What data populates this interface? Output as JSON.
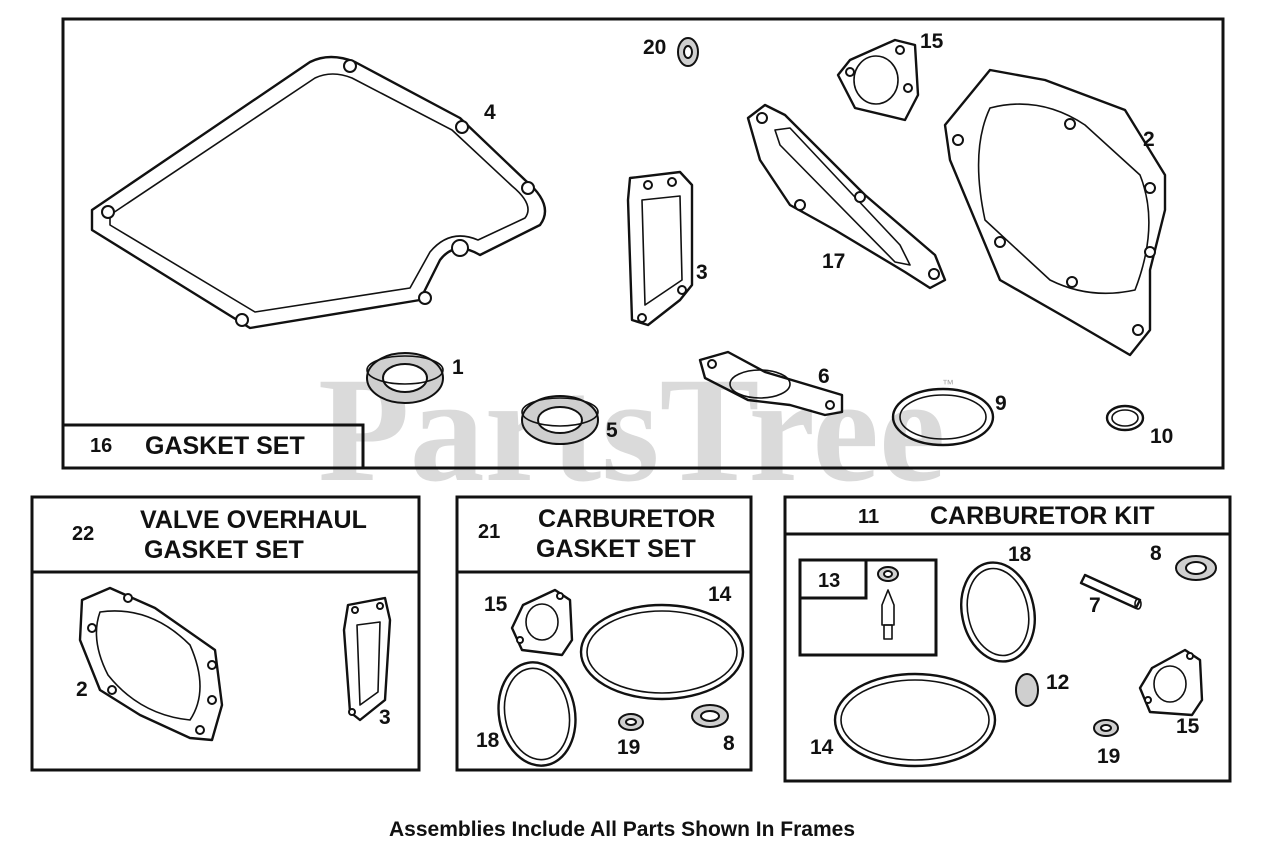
{
  "watermark": {
    "text": "PartsTree",
    "trademark": "™"
  },
  "main_frame": {
    "number": "16",
    "title": "GASKET SET",
    "callouts": {
      "p1": "1",
      "p2": "2",
      "p3": "3",
      "p4": "4",
      "p5": "5",
      "p6": "6",
      "p9": "9",
      "p10": "10",
      "p15": "15",
      "p17": "17",
      "p20": "20"
    }
  },
  "valve_frame": {
    "number": "22",
    "title_line1": "VALVE OVERHAUL",
    "title_line2": "GASKET SET",
    "callouts": {
      "p2": "2",
      "p3": "3"
    }
  },
  "carb_gasket_frame": {
    "number": "21",
    "title_line1": "CARBURETOR",
    "title_line2": "GASKET SET",
    "callouts": {
      "p15": "15",
      "p14": "14",
      "p18": "18",
      "p19": "19",
      "p8": "8"
    }
  },
  "carb_kit_frame": {
    "number": "11",
    "title": "CARBURETOR KIT",
    "sub_number": "13",
    "callouts": {
      "p18": "18",
      "p8": "8",
      "p7": "7",
      "p12": "12",
      "p14": "14",
      "p15": "15",
      "p19": "19"
    }
  },
  "footnote": "Assemblies Include All Parts Shown In Frames"
}
